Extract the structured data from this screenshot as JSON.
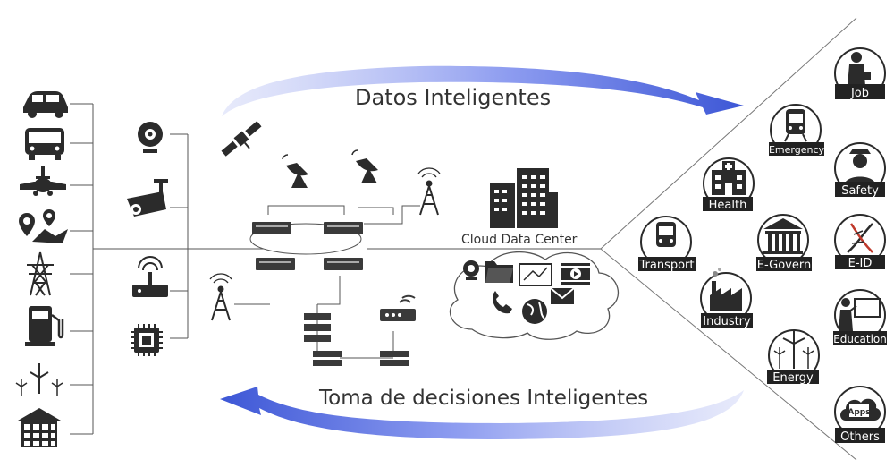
{
  "diagram": {
    "top_flow_label": "Datos Inteligentes",
    "bottom_flow_label": "Toma de decisiones Inteligentes",
    "cloud_label": "Cloud Data Center"
  },
  "sources": [
    {
      "icon": "car-icon"
    },
    {
      "icon": "bus-icon"
    },
    {
      "icon": "airplane-icon"
    },
    {
      "icon": "map-location-icon"
    },
    {
      "icon": "power-tower-icon"
    },
    {
      "icon": "fuel-pump-icon"
    },
    {
      "icon": "wind-turbine-icon"
    },
    {
      "icon": "building-grid-icon"
    }
  ],
  "devices": [
    {
      "icon": "webcam-icon"
    },
    {
      "icon": "security-camera-icon"
    },
    {
      "icon": "wifi-router-icon"
    },
    {
      "icon": "chip-icon"
    }
  ],
  "applications": [
    {
      "id": "job",
      "label": "Job",
      "icon": "job-icon"
    },
    {
      "id": "emergency",
      "label": "Emergency",
      "icon": "train-icon"
    },
    {
      "id": "health",
      "label": "Health",
      "icon": "hospital-icon"
    },
    {
      "id": "safety",
      "label": "Safety",
      "icon": "police-icon"
    },
    {
      "id": "transport",
      "label": "Transport",
      "icon": "train-icon"
    },
    {
      "id": "egov",
      "label": "E-Govern",
      "icon": "government-icon"
    },
    {
      "id": "eid",
      "label": "E-ID",
      "icon": "dna-icon"
    },
    {
      "id": "industry",
      "label": "Industry",
      "icon": "factory-icon"
    },
    {
      "id": "education",
      "label": "Education",
      "icon": "teacher-icon"
    },
    {
      "id": "energy",
      "label": "Energy",
      "icon": "wind-turbine-icon"
    },
    {
      "id": "others",
      "label": "Others",
      "icon": "apps-cloud-icon",
      "badge": "Apps"
    }
  ],
  "colors": {
    "arrow_dark": "#3d57d6",
    "arrow_light": "#c4cbf5",
    "icon": "#2b2b2b",
    "line": "#555555",
    "label_box": "#222222"
  }
}
